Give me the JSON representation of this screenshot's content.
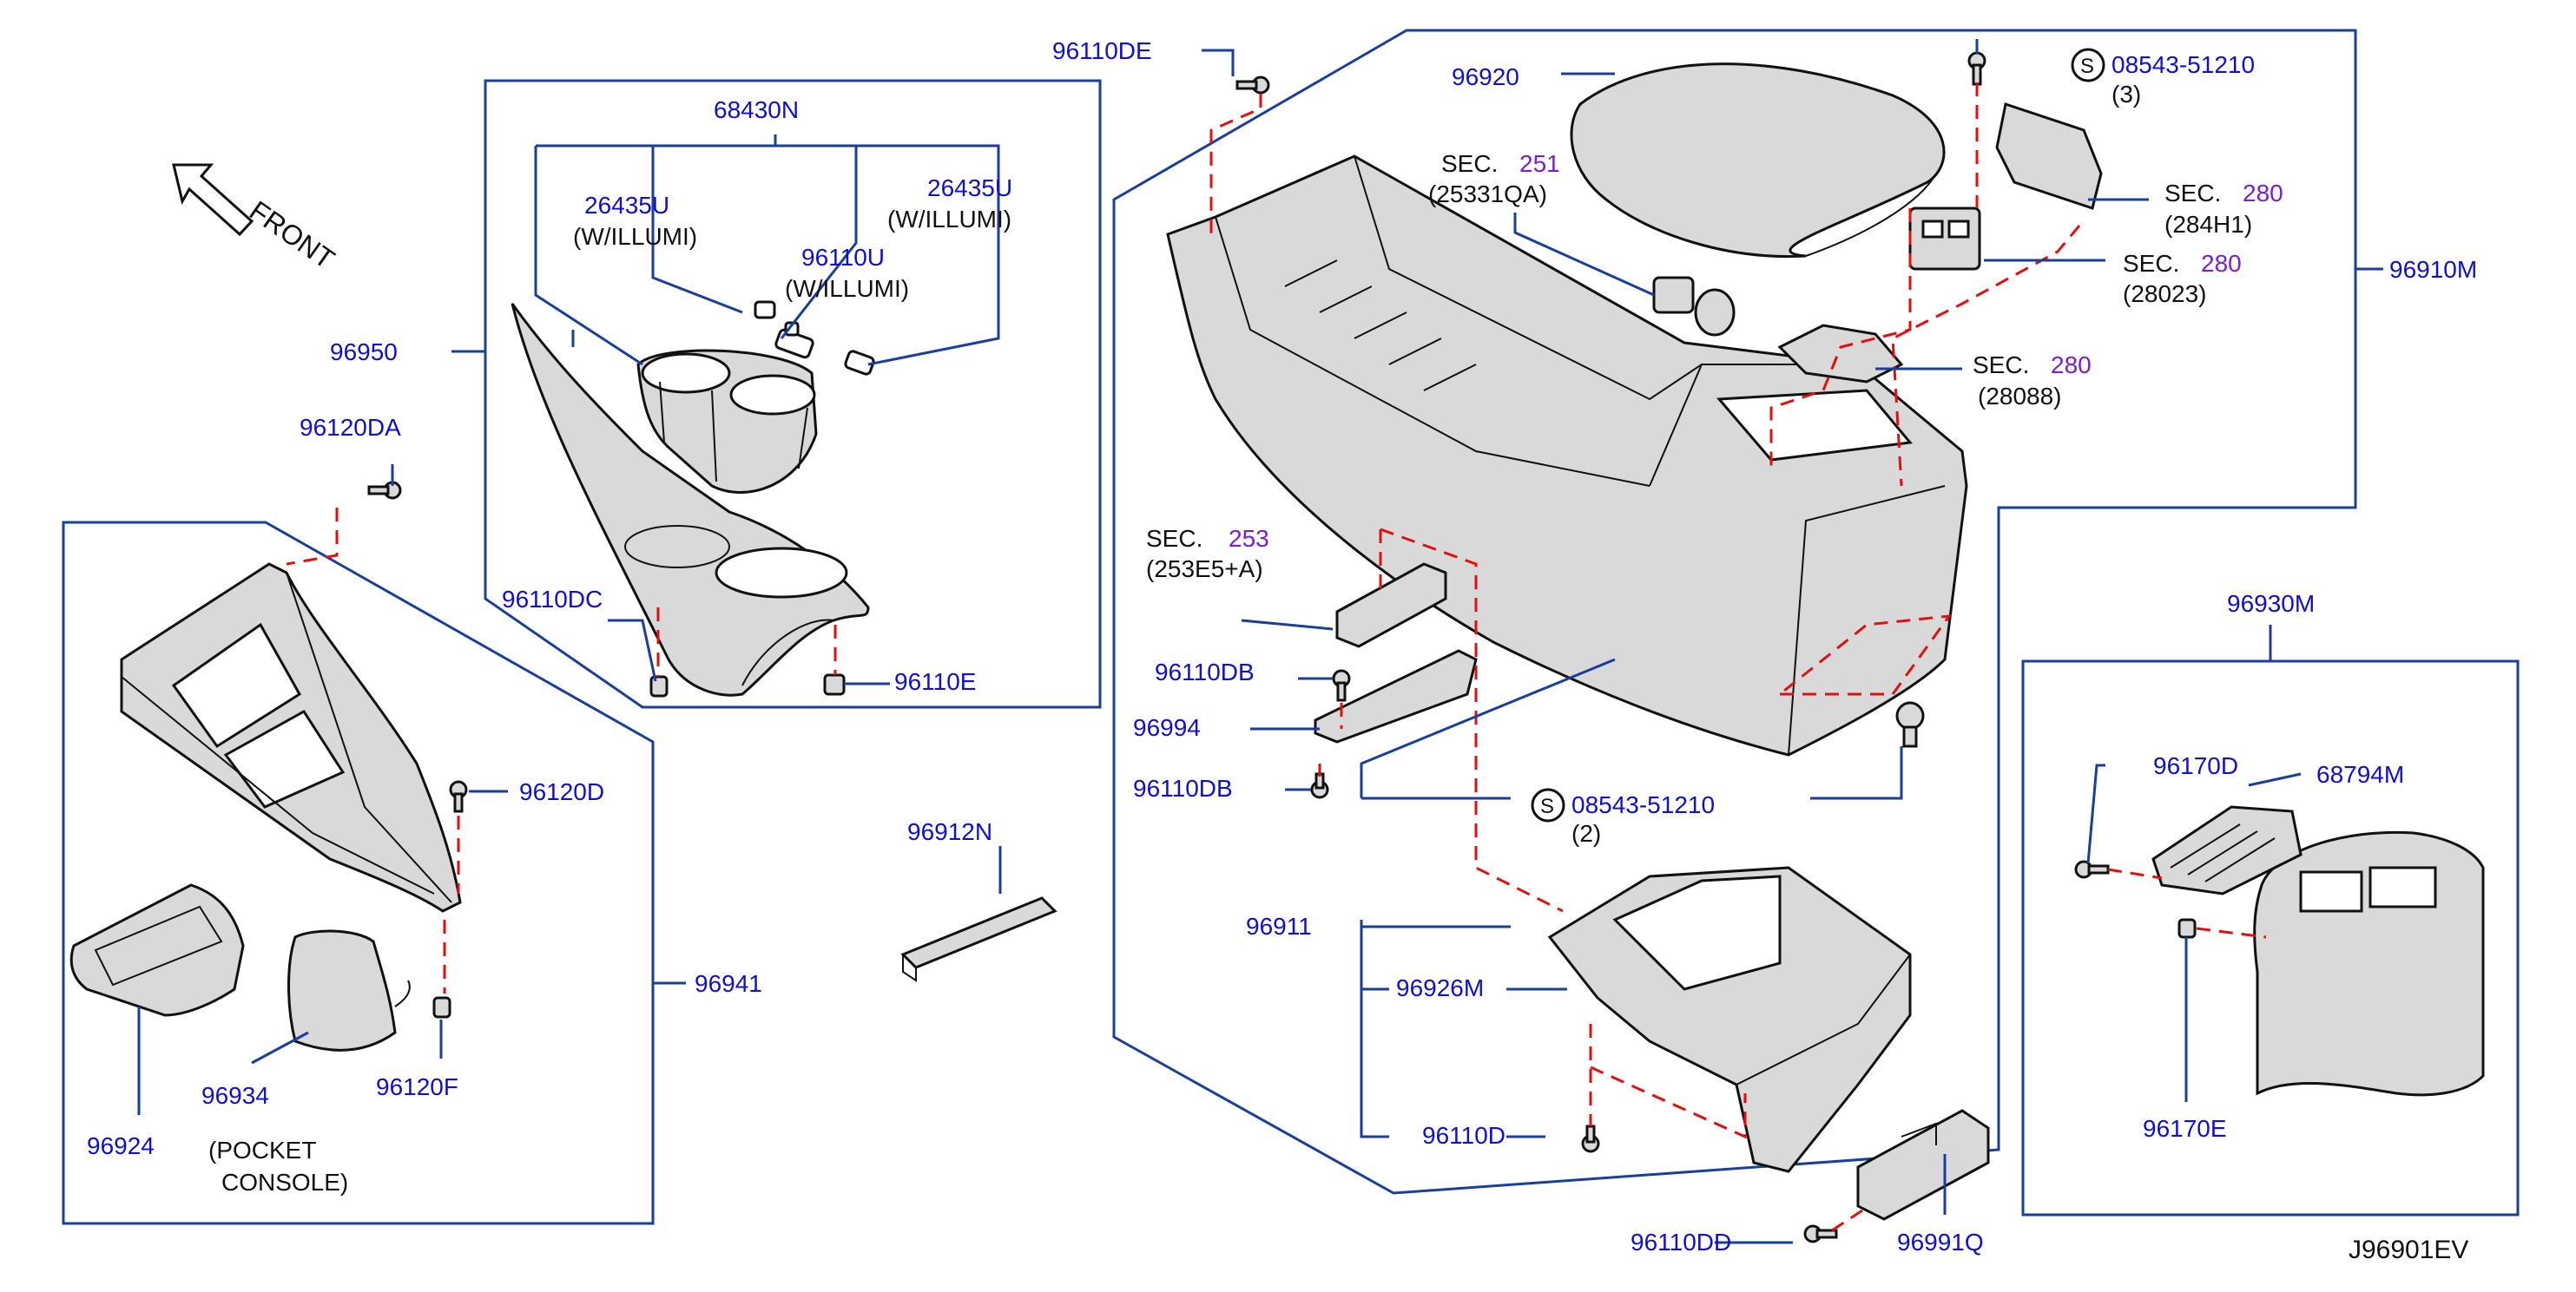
{
  "diagram": {
    "code": "J96901EV",
    "front_label": "FRONT",
    "callouts": {
      "p68430N": "68430N",
      "p26435U_a": "26435U",
      "p26435U_a_note": "(W/ILLUMI)",
      "p26435U_b": "26435U",
      "p26435U_b_note": "(W/ILLUMI)",
      "p96110U": "96110U",
      "p96110U_note": "(W/ILLUMI)",
      "p96950": "96950",
      "p96120DA": "96120DA",
      "p96110DC": "96110DC",
      "p96110E": "96110E",
      "p96110DE": "96110DE",
      "p96920": "96920",
      "sec251": "SEC.",
      "sec251_num": "251",
      "sec251_ref": "(25331QA)",
      "s1_code": "08543-51210",
      "s1_qty": "(3)",
      "s_symbol": "S",
      "sec280a": "SEC.",
      "sec280a_num": "280",
      "sec280a_ref": "(284H1)",
      "sec280b": "SEC.",
      "sec280b_num": "280",
      "sec280b_ref": "(28023)",
      "sec280c": "SEC.",
      "sec280c_num": "280",
      "sec280c_ref": "(28088)",
      "p96910M": "96910M",
      "sec253": "SEC.",
      "sec253_num": "253",
      "sec253_ref": "(253E5+A)",
      "p96110DB_a": "96110DB",
      "p96994": "96994",
      "p96110DB_b": "96110DB",
      "s2_code": "08543-51210",
      "s2_qty": "(2)",
      "p96911": "96911",
      "p96926M": "96926M",
      "p96110D": "96110D",
      "p96110DD": "96110DD",
      "p96991Q": "96991Q",
      "p96912N": "96912N",
      "p96120D": "96120D",
      "p96941": "96941",
      "p96934": "96934",
      "p96120F": "96120F",
      "p96924": "96924",
      "pocket_a": "(POCKET",
      "pocket_b": "CONSOLE)",
      "p96930M": "96930M",
      "p96170D": "96170D",
      "p68794M": "68794M",
      "p96170E": "96170E"
    },
    "colors": {
      "callout_text": "#1010c8",
      "section_number": "#7a1fd0",
      "frame": "#1a3f9a",
      "hidden_line": "#e01010"
    }
  }
}
